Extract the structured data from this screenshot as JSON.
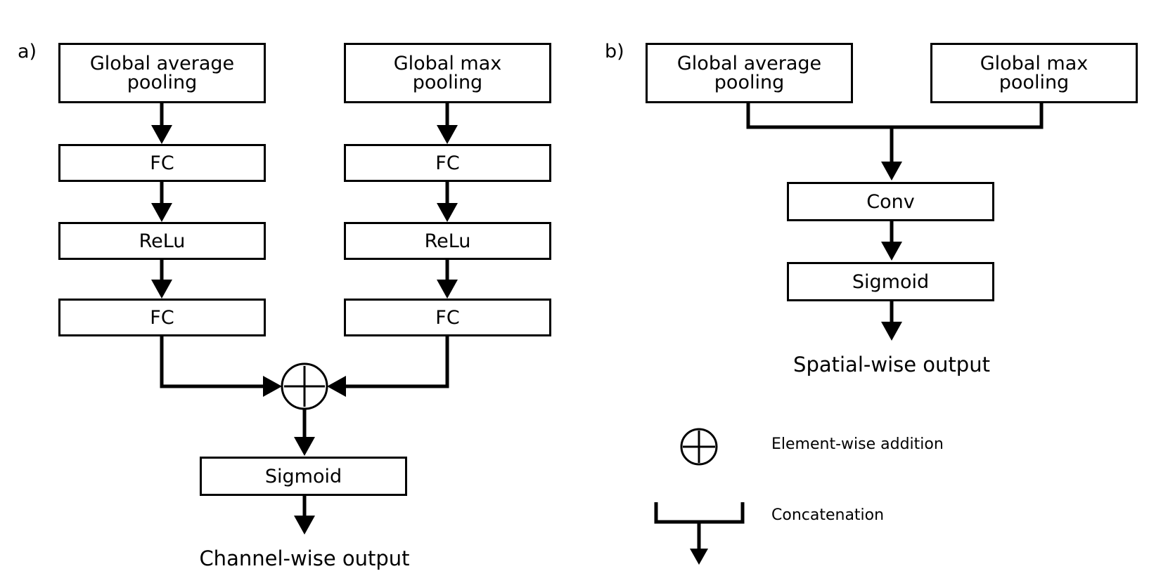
{
  "panel_a": {
    "label": "a)",
    "left_branch": {
      "pool": "Global average\npooling",
      "fc1": "FC",
      "relu": "ReLu",
      "fc2": "FC"
    },
    "right_branch": {
      "pool": "Global max\npooling",
      "fc1": "FC",
      "relu": "ReLu",
      "fc2": "FC"
    },
    "sigmoid": "Sigmoid",
    "output": "Channel-wise output"
  },
  "panel_b": {
    "label": "b)",
    "avg_pool": "Global average\npooling",
    "max_pool": "Global max\npooling",
    "conv": "Conv",
    "sigmoid": "Sigmoid",
    "output": "Spatial-wise output"
  },
  "legend": {
    "addition": "Element-wise addition",
    "concatenation": "Concatenation"
  }
}
